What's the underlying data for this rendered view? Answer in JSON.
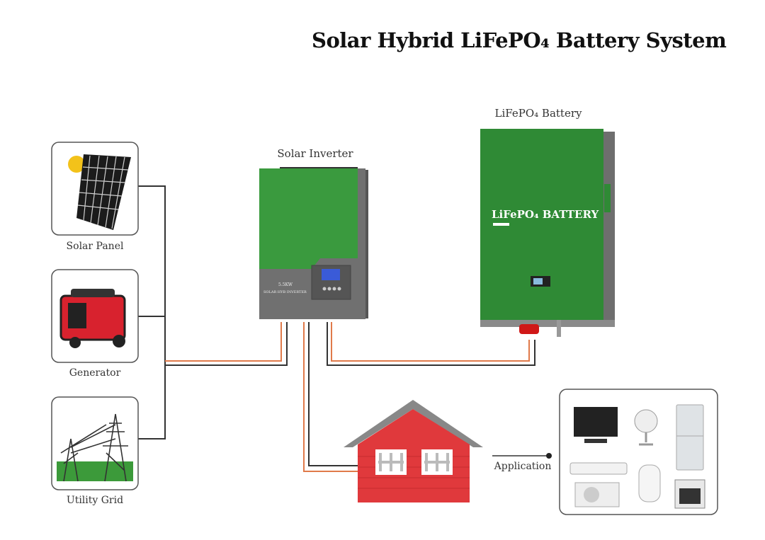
{
  "title": "Solar Hybrid LiFePO₄ Battery System",
  "labels": {
    "solar_panel": "Solar Panel",
    "generator": "Generator",
    "utility_grid": "Utility Grid",
    "inverter": "Solar Inverter",
    "battery": "LiFePO₄ Battery",
    "application": "Application"
  },
  "inverter_face": {
    "model": "5.5KW",
    "name": "SOLAR HYB INVERTER"
  },
  "battery_face": {
    "name": "LiFePO₄ BATTERY"
  },
  "colors": {
    "green": "#3a9a3e",
    "battery_green": "#2f8a35",
    "gray": "#6f6f6f",
    "wire_orange": "#e07a4a",
    "wire_black": "#333333",
    "house_red": "#e0393c"
  }
}
